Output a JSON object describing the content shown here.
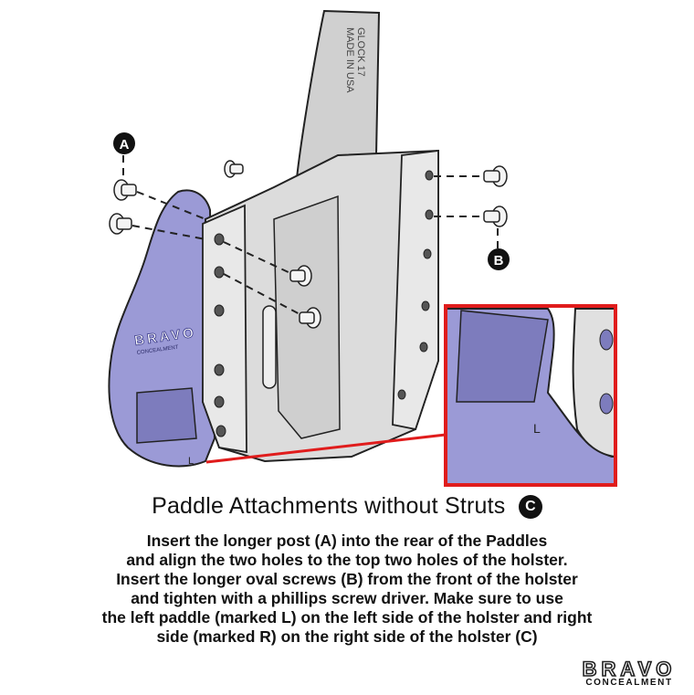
{
  "diagram": {
    "callout_a": "A",
    "callout_b": "B",
    "paddle_brand": "BRAVO",
    "paddle_sub": "CONCEALMENT",
    "paddle_mark": "L",
    "zoom_mark": "L",
    "slide_engraving_1": "GLOCK 17",
    "slide_engraving_2": "MADE IN USA"
  },
  "title": {
    "text": "Paddle Attachments without Struts",
    "badge": "C"
  },
  "instructions": [
    "Insert the longer post (A) into the rear of the Paddles",
    "and align the two holes to the top two holes of the holster.",
    "Insert the longer oval screws (B) from the front of the holster",
    "and tighten with a phillips screw driver. Make sure to use",
    "the left paddle (marked L) on the left side of the holster and right",
    "side (marked R) on the right side of the holster (C)"
  ],
  "logo": {
    "word": "BRAVO",
    "sub": "CONCEALMENT"
  },
  "colors": {
    "paddle": "#9b9ad6",
    "holster": "#d9d9d9",
    "highlight": "#e01c1c"
  }
}
